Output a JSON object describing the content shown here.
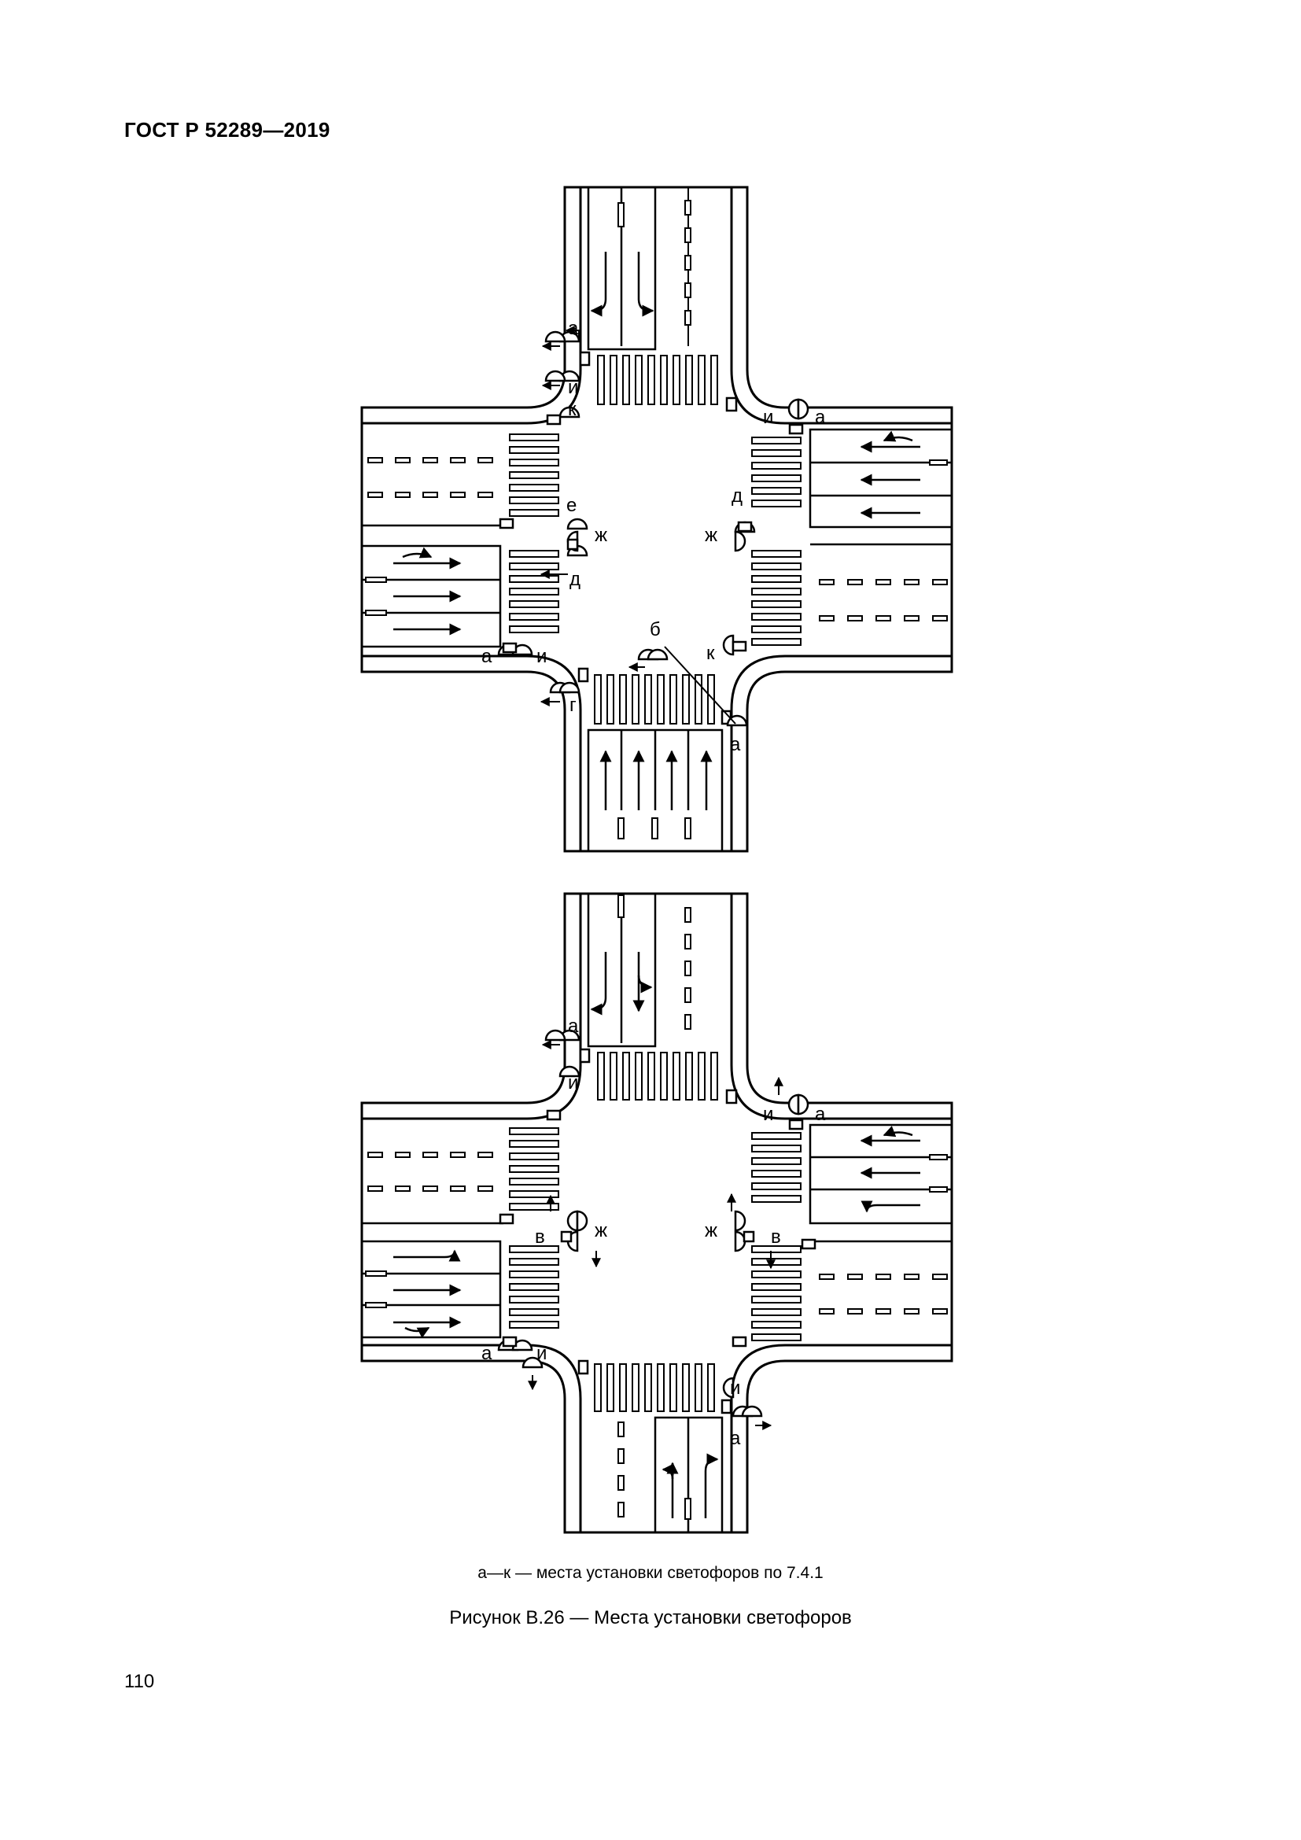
{
  "header": {
    "doc_id": "ГОСТ Р 52289—2019"
  },
  "labels": {
    "a": "а",
    "b": "б",
    "v": "в",
    "g": "г",
    "d": "д",
    "e": "е",
    "zh": "ж",
    "i": "и",
    "k": "к"
  },
  "legend": "а—к — места установки светофоров по 7.4.1",
  "caption": "Рисунок В.26 — Места установки светофоров",
  "page_number": "110"
}
